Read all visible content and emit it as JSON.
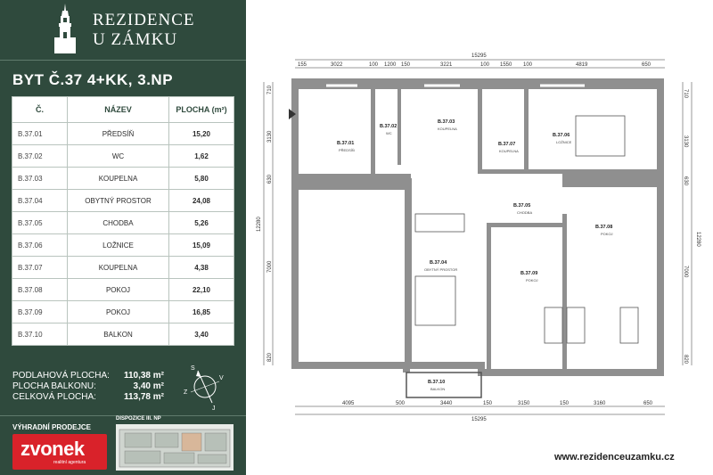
{
  "brand": {
    "line1": "REZIDENCE",
    "line2": "U ZÁMKU"
  },
  "apartment_title": "BYT Č.37 4+KK, 3.NP",
  "table": {
    "headers": [
      "Č.",
      "NÁZEV",
      "PLOCHA (m²)"
    ],
    "rows": [
      {
        "code": "B.37.01",
        "name": "PŘEDSÍŇ",
        "area": "15,20"
      },
      {
        "code": "B.37.02",
        "name": "WC",
        "area": "1,62"
      },
      {
        "code": "B.37.03",
        "name": "KOUPELNA",
        "area": "5,80"
      },
      {
        "code": "B.37.04",
        "name": "OBYTNÝ PROSTOR",
        "area": "24,08"
      },
      {
        "code": "B.37.05",
        "name": "CHODBA",
        "area": "5,26"
      },
      {
        "code": "B.37.06",
        "name": "LOŽNICE",
        "area": "15,09"
      },
      {
        "code": "B.37.07",
        "name": "KOUPELNA",
        "area": "4,38"
      },
      {
        "code": "B.37.08",
        "name": "POKOJ",
        "area": "22,10"
      },
      {
        "code": "B.37.09",
        "name": "POKOJ",
        "area": "16,85"
      },
      {
        "code": "B.37.10",
        "name": "BALKON",
        "area": "3,40"
      }
    ]
  },
  "summary": [
    {
      "label": "PODLAHOVÁ PLOCHA:",
      "value": "110,38 m²"
    },
    {
      "label": "PLOCHA BALKONU:",
      "value": "3,40 m²"
    },
    {
      "label": "CELKOVÁ PLOCHA:",
      "value": "113,78 m²"
    }
  ],
  "compass": {
    "s": "S",
    "v": "V",
    "z": "Z",
    "j": "J"
  },
  "seller_label": "VÝHRADNÍ PRODEJCE",
  "logo": {
    "text": "zvonek",
    "sub": "realitní agentura"
  },
  "disposition_label": "DISPOZICE III. NP",
  "website": "www.rezidenceuzamku.cz",
  "plan": {
    "top_total": "15295",
    "top_dims": [
      "155",
      "3022",
      "100",
      "1200",
      "150",
      "3221",
      "100",
      "1550",
      "100",
      "4819",
      "650"
    ],
    "bottom_dims": [
      "4095",
      "500",
      "3440",
      "150",
      "3150",
      "150",
      "3160",
      "650"
    ],
    "bottom_total": "15295",
    "left_total": "12280",
    "left_dims": [
      "710",
      "3130",
      "630",
      "7000",
      "820"
    ],
    "right_total": "12280",
    "right_dims": [
      "710",
      "3130",
      "630",
      "7000",
      "820"
    ],
    "rooms": [
      {
        "code": "B.37.01",
        "name": "PŘEDSÍŇ"
      },
      {
        "code": "B.37.02",
        "name": "WC"
      },
      {
        "code": "B.37.03",
        "name": "KOUPELNA"
      },
      {
        "code": "B.37.07",
        "name": "KOUPELNA"
      },
      {
        "code": "B.37.06",
        "name": "LOŽNICE"
      },
      {
        "code": "B.37.05",
        "name": "CHODBA"
      },
      {
        "code": "B.37.08",
        "name": "POKOJ"
      },
      {
        "code": "B.37.04",
        "name": "OBYTNÝ PROSTOR"
      },
      {
        "code": "B.37.09",
        "name": "POKOJ"
      },
      {
        "code": "B.37.10",
        "name": "BALKON"
      }
    ]
  },
  "colors": {
    "panel": "#2f4a3d",
    "wall": "#8f8f8f",
    "logo": "#d9222a"
  }
}
